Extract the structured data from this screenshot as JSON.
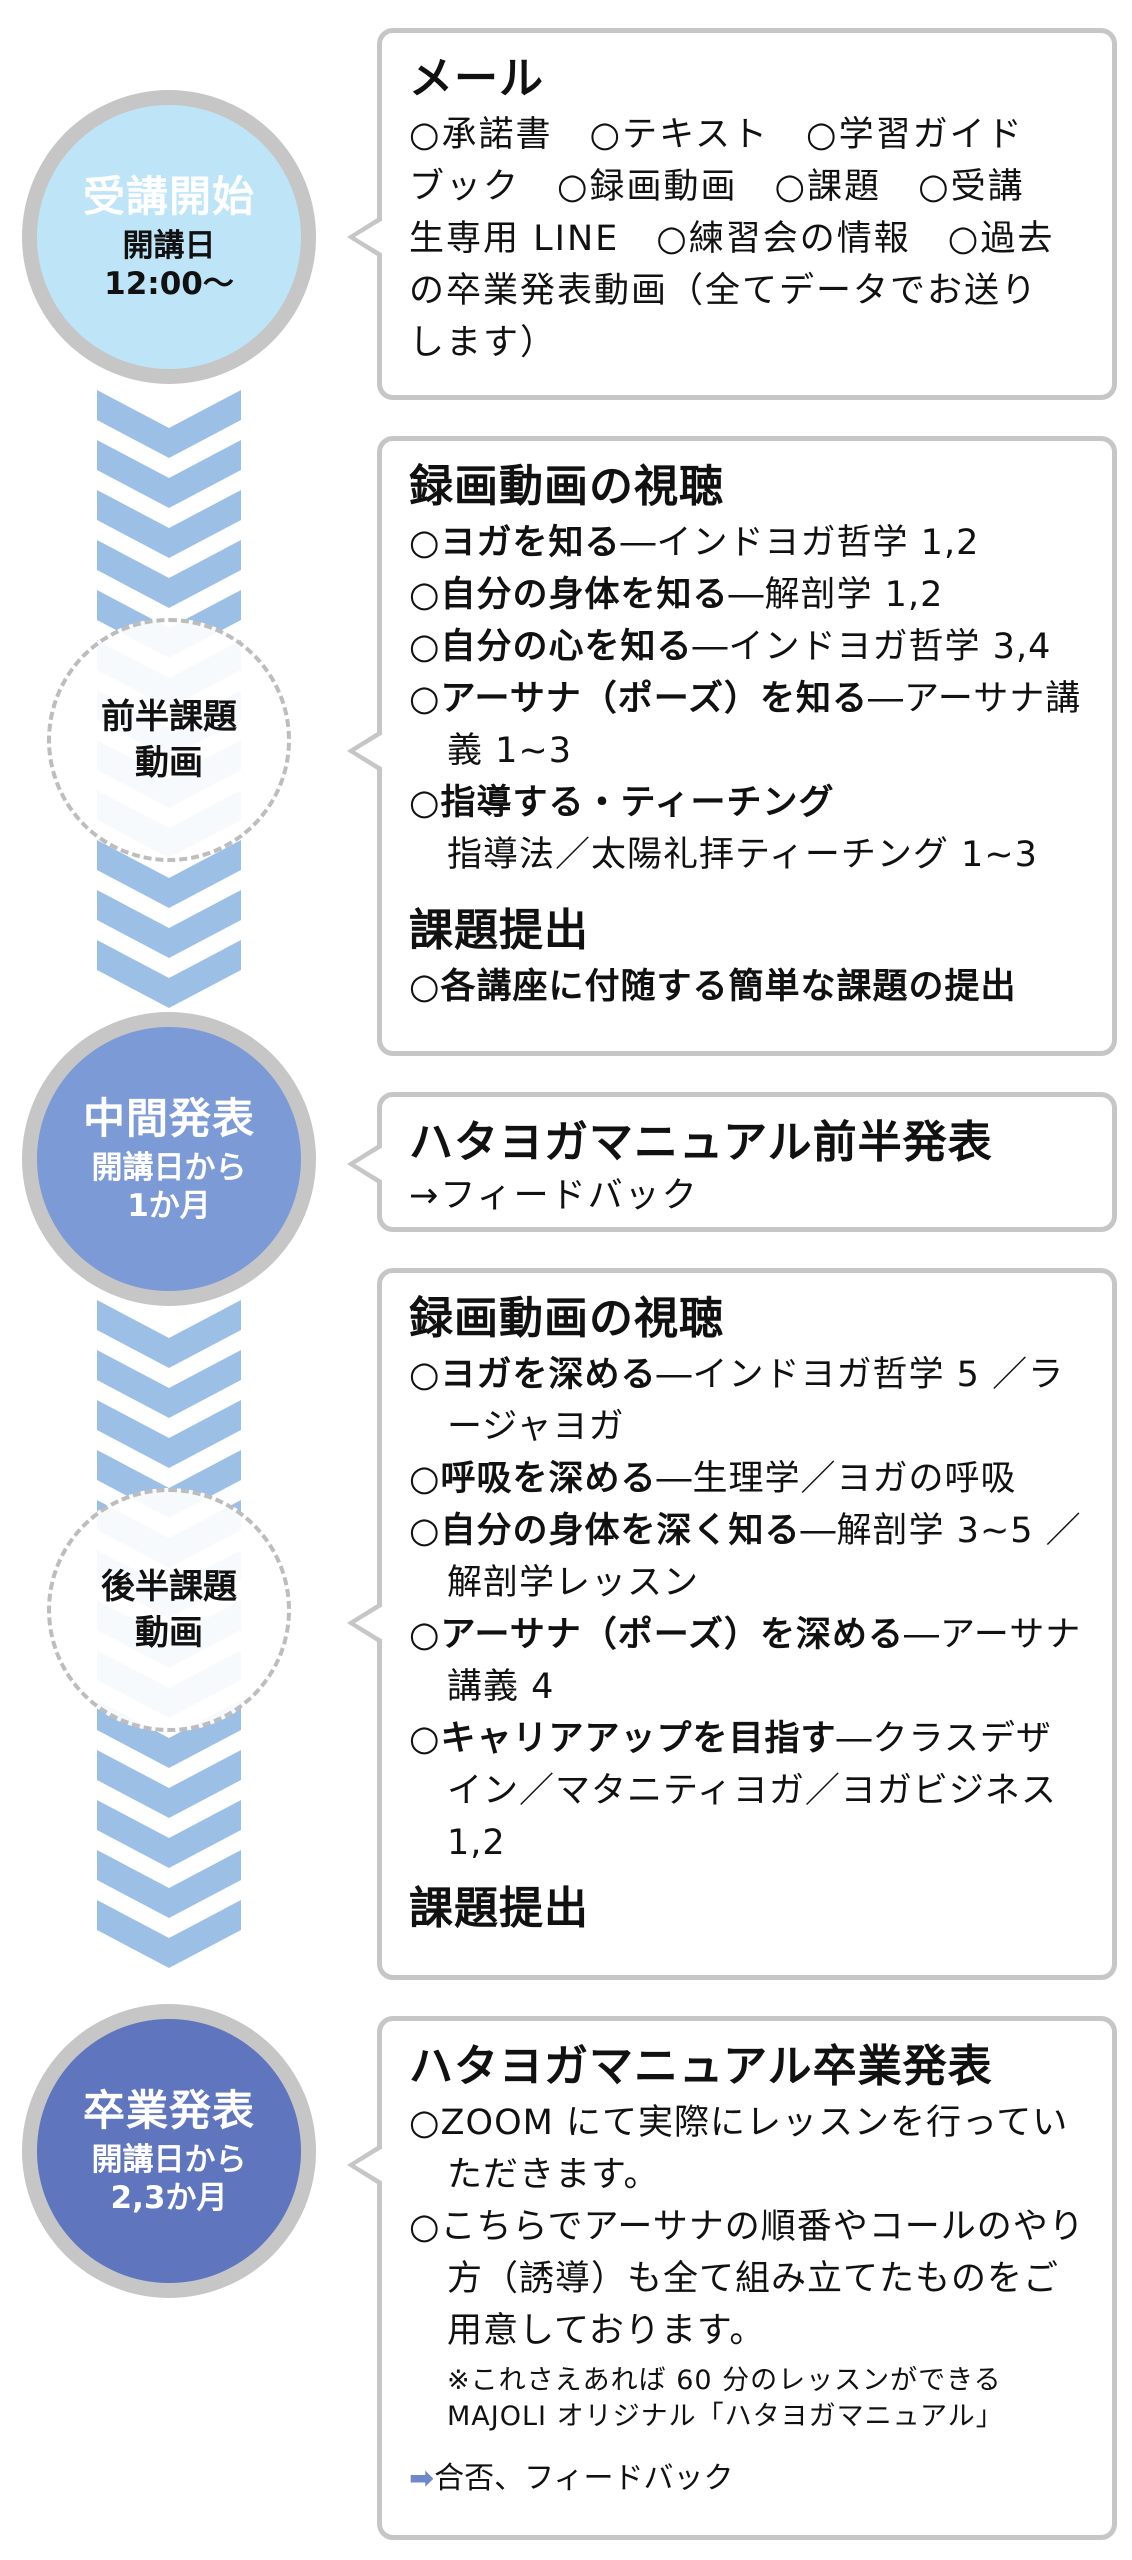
{
  "colors": {
    "border_gray": "#c6c6c6",
    "start_fill": "#bde4f7",
    "mid_fill": "#7b9ad6",
    "grad_fill": "#5f76be",
    "chevron": "#9cbfe6",
    "arrow_accent": "#6f88c9"
  },
  "steps": [
    {
      "title": "受講開始",
      "sub": [
        "開講日",
        "12:00～"
      ]
    },
    {
      "title_lines": [
        "前半課題",
        "動画"
      ]
    },
    {
      "title": "中間発表",
      "sub": [
        "開講日から",
        "1か月"
      ]
    },
    {
      "title_lines": [
        "後半課題",
        "動画"
      ]
    },
    {
      "title": "卒業発表",
      "sub": [
        "開講日から",
        "2,3か月"
      ]
    }
  ],
  "box_mail": {
    "heading": "メール",
    "lines": [
      "○承諾書　○テキスト　○学習ガイド",
      "ブック　○録画動画　○課題　○受講",
      "生専用 LINE　○練習会の情報　○過去",
      "の卒業発表動画（全てデータでお送り",
      "します）"
    ]
  },
  "box_first": {
    "heading": "録画動画の視聴",
    "items": [
      {
        "bold": "○ヨガを知る",
        "rest": "―インドヨガ哲学 1,2"
      },
      {
        "bold": "○自分の身体を知る",
        "rest": "―解剖学 1,2"
      },
      {
        "bold": "○自分の心を知る",
        "rest": "―インドヨガ哲学 3,4"
      },
      {
        "bold": "○アーサナ（ポーズ）を知る",
        "rest": "―アーサナ講義 1~3"
      },
      {
        "bold": "○指導する・ティーチング",
        "rest": "指導法／太陽礼拝ティーチング 1~3"
      }
    ],
    "heading2": "課題提出",
    "items2": [
      {
        "bold": "○各講座に付随する簡単な課題の提出",
        "rest": ""
      }
    ]
  },
  "box_mid": {
    "heading": "ハタヨガマニュアル前半発表",
    "line": "→フィードバック"
  },
  "box_second": {
    "heading": "録画動画の視聴",
    "items": [
      {
        "bold": "○ヨガを深める",
        "rest": "―インドヨガ哲学 5 ／ラージャヨガ"
      },
      {
        "bold": "○呼吸を深める",
        "rest": "―生理学／ヨガの呼吸"
      },
      {
        "bold": "○自分の身体を深く知る",
        "rest": "―解剖学 3~5 ／解剖学レッスン"
      },
      {
        "bold": "○アーサナ（ポーズ）を深める",
        "rest": "―アーサナ講義 4"
      },
      {
        "bold": "○キャリアアップを目指す",
        "rest": "―クラスデザイン／マタニティヨガ／ヨガビジネス 1,2"
      }
    ],
    "heading2": "課題提出"
  },
  "box_grad": {
    "heading": "ハタヨガマニュアル卒業発表",
    "items": [
      "○ZOOM にて実際にレッスンを行っていただきます。",
      "○こちらでアーサナの順番やコールのやり方（誘導）も全て組み立てたものをご用意しております。"
    ],
    "note_lines": [
      "※これさえあれば 60 分のレッスンができる",
      "MAJOLI オリジナル「ハタヨガマニュアル」"
    ],
    "arrow": "➡",
    "final": "合否、フィードバック"
  }
}
